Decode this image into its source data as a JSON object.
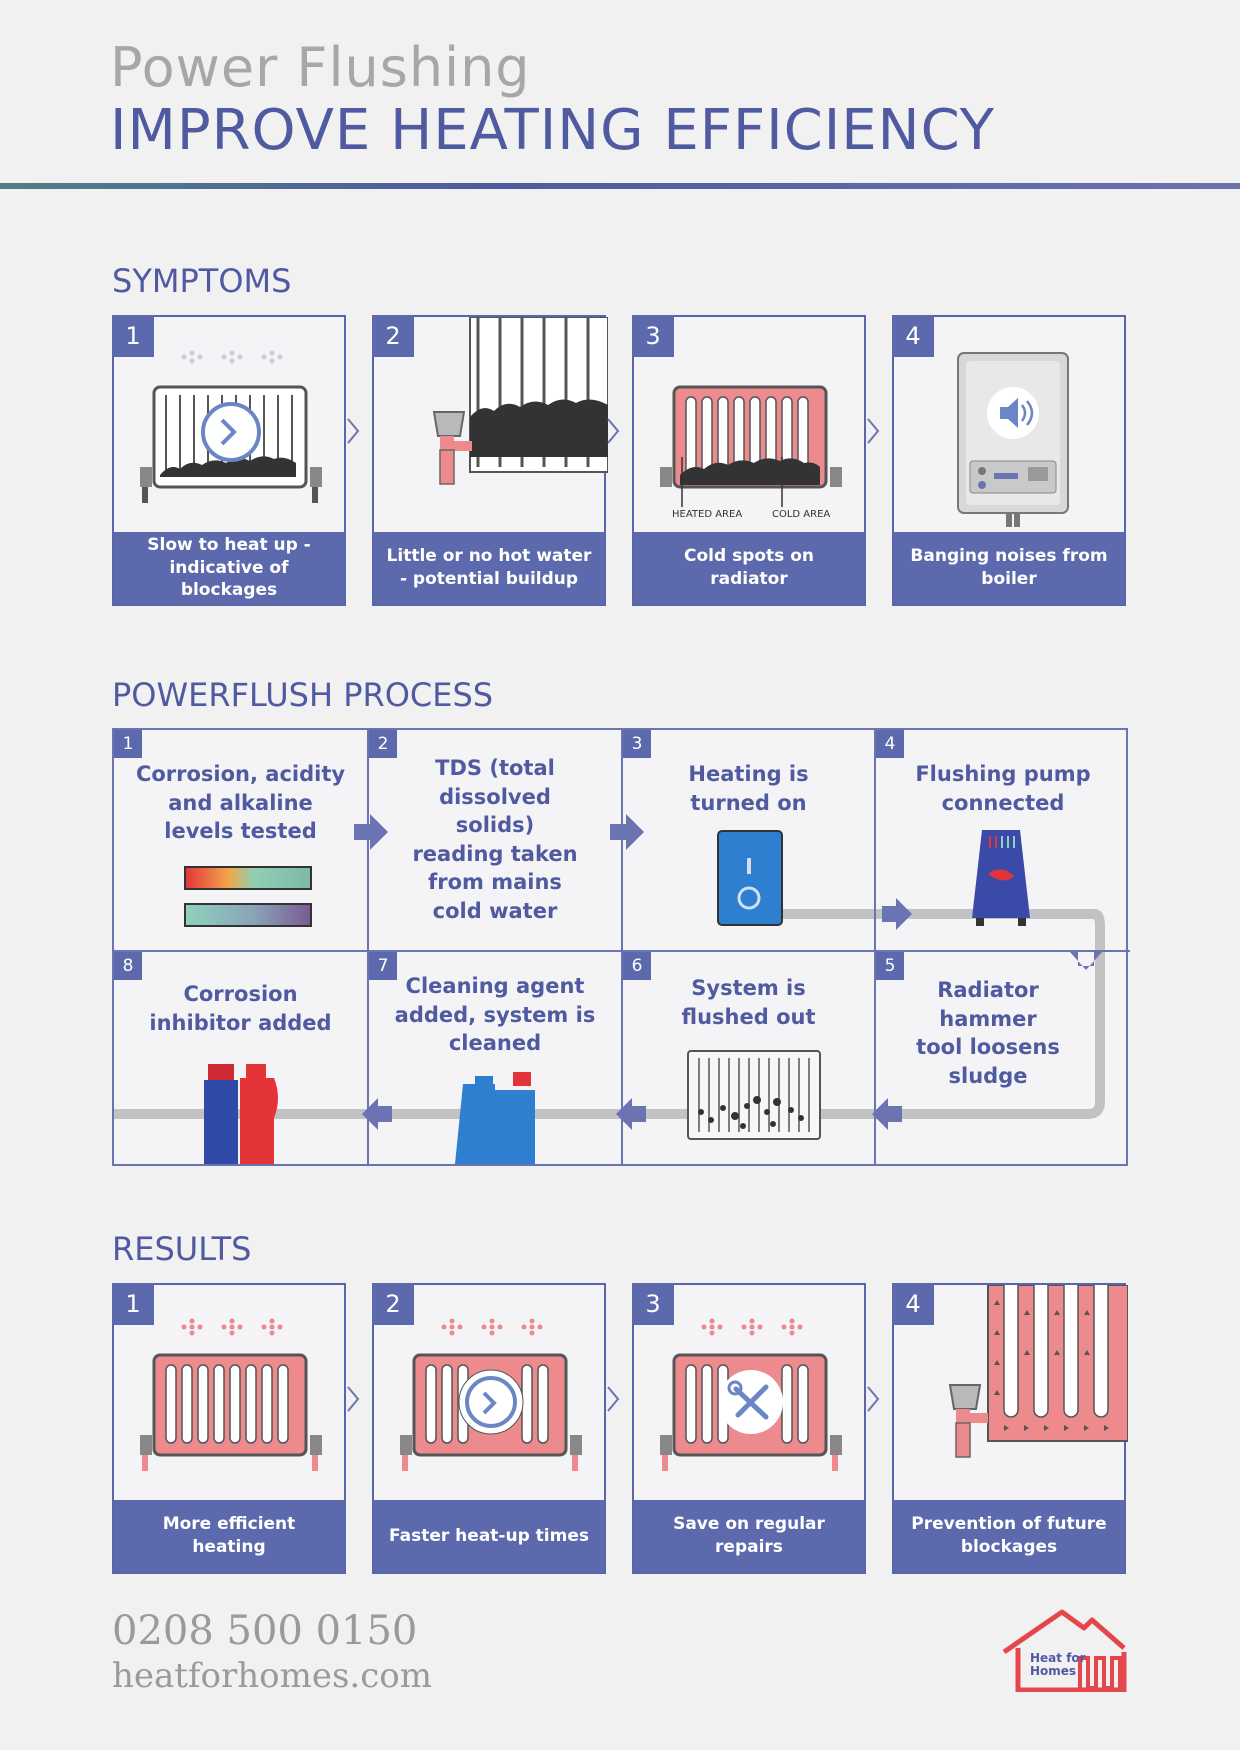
{
  "header": {
    "subtitle": "Power Flushing",
    "title": "IMPROVE HEATING EFFICIENCY"
  },
  "symptoms": {
    "heading": "SYMPTOMS",
    "cards": [
      {
        "num": "1",
        "caption": "Slow to heat up - indicative of blockages",
        "icon": "slow-radiator-clock-icon"
      },
      {
        "num": "2",
        "caption": "Little or no hot water - potential buildup",
        "icon": "sludge-buildup-icon"
      },
      {
        "num": "3",
        "caption": "Cold spots on radiator",
        "icon": "cold-spot-radiator-icon",
        "label_heated": "HEATED AREA",
        "label_cold": "COLD AREA"
      },
      {
        "num": "4",
        "caption": "Banging noises from boiler",
        "icon": "noisy-boiler-icon"
      }
    ]
  },
  "process": {
    "heading": "POWERFLUSH PROCESS",
    "steps": [
      {
        "num": "1",
        "text": "Corrosion, acidity and alkaline levels tested"
      },
      {
        "num": "2",
        "text": "TDS (total dissolved solids) reading taken from mains cold water"
      },
      {
        "num": "3",
        "text": "Heating is turned on"
      },
      {
        "num": "4",
        "text": "Flushing pump connected"
      },
      {
        "num": "5",
        "text": "Radiator hammer tool loosens sludge"
      },
      {
        "num": "6",
        "text": "System is flushed out"
      },
      {
        "num": "7",
        "text": "Cleaning agent added, system is cleaned"
      },
      {
        "num": "8",
        "text": "Corrosion inhibitor added"
      }
    ]
  },
  "results": {
    "heading": "RESULTS",
    "cards": [
      {
        "num": "1",
        "caption": "More efficient heating",
        "icon": "hot-radiator-icon"
      },
      {
        "num": "2",
        "caption": "Faster heat-up times",
        "icon": "fast-heat-clock-icon"
      },
      {
        "num": "3",
        "caption": "Save on regular repairs",
        "icon": "repair-tools-icon"
      },
      {
        "num": "4",
        "caption": "Prevention of future blockages",
        "icon": "clear-radiator-icon"
      }
    ]
  },
  "footer": {
    "phone": "0208 500 0150",
    "website": "heatforhomes.com",
    "logo_text_1": "Heat for",
    "logo_text_2": "Homes"
  },
  "colors": {
    "accent": "#4f5aa0",
    "caption_bg": "#5d69ad",
    "hot": "#ec8a8e",
    "grey_text": "#a7a7aa"
  }
}
